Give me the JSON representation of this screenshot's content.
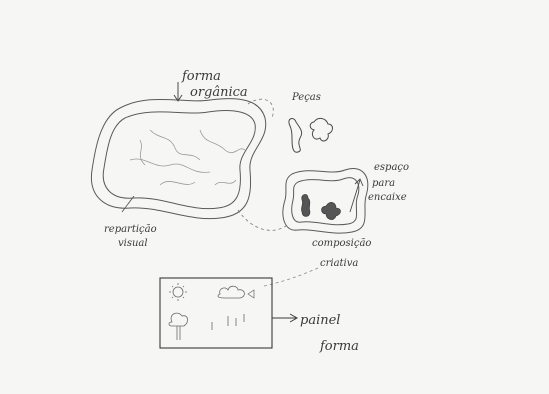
{
  "labels": {
    "forma_line1": "forma",
    "forma_line2": "orgânica",
    "pecas": "Peças",
    "espaco_line1": "espaço",
    "espaco_line2": "para",
    "espaco_line3": "encaixe",
    "reparticao_line1": "repartição",
    "reparticao_line2": "visual",
    "composicao_line1": "composição",
    "composicao_line2": "criativa",
    "painel_line1": "painel",
    "painel_line2": "forma"
  },
  "colors": {
    "paper": "#f6f6f4",
    "pencil": "#4a4a4a",
    "pencil_light": "#9a9a9a",
    "fill_dark": "#555555"
  }
}
